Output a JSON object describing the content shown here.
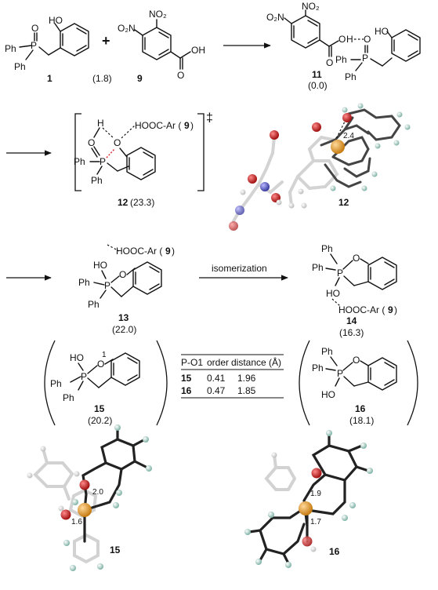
{
  "row1": {
    "label_1": "1",
    "label_9": "9",
    "ratio": "(1.8)",
    "plus": "+",
    "label_11": "11",
    "energy_11": "(0.0)",
    "ph": "Ph",
    "o": "O",
    "p": "P",
    "ho": "HO",
    "no2": "NO₂",
    "o2n": "O₂N",
    "oh": "OH",
    "oh_ts": "O",
    "h": "H",
    "hb_o": "O",
    "h_link": "H",
    "ho_ar": "HO"
  },
  "row2": {
    "ts_symbol": "‡",
    "hooc": "HOOC-Ar (",
    "hooc_num": "9",
    "hooc_close": ")",
    "label_12": "12",
    "energy_12": "(23.3)",
    "model_label_12": "12",
    "model_distance": "2.4"
  },
  "row3": {
    "label_13": "13",
    "energy_13": "(22.0)",
    "label_14": "14",
    "energy_14": "(16.3)",
    "isomerization": "isomerization"
  },
  "row4": {
    "label_15": "15",
    "energy_15": "(20.2)",
    "label_16": "16",
    "energy_16": "(18.1)",
    "atom_index": "1",
    "table": {
      "headers": [
        "P-O1",
        "order",
        "distance (Å)"
      ],
      "rows": [
        [
          "15",
          "0.41",
          "1.96"
        ],
        [
          "16",
          "0.47",
          "1.85"
        ]
      ]
    }
  },
  "row5": {
    "model_label_15": "15",
    "model_label_16": "16",
    "dist_15_a": "2.0",
    "dist_15_b": "1.6",
    "dist_16_a": "1.9",
    "dist_16_b": "1.7"
  },
  "colors": {
    "phosphorus": "#e8a23a",
    "oxygen": "#d12a2a",
    "nitrogen": "#6a6ad0",
    "hydrogen": "#b9dcd2",
    "carbon": "#222222",
    "ts_bond": "#e0202a"
  }
}
